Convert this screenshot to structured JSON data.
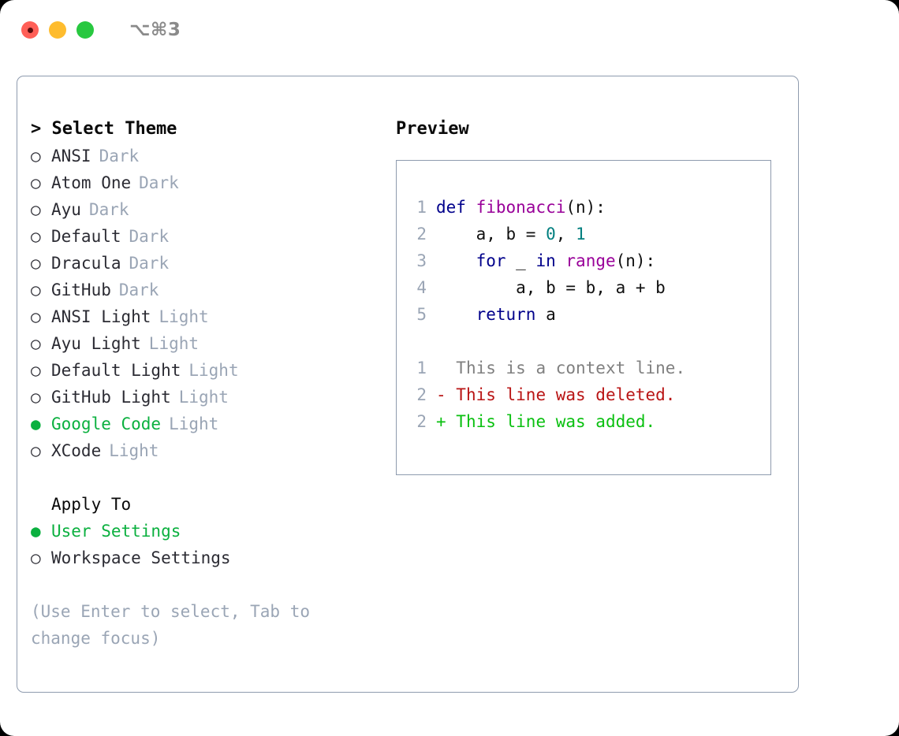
{
  "titlebar": {
    "lights": [
      {
        "name": "close",
        "color": "#ff5f57"
      },
      {
        "name": "minimize",
        "color": "#febc2e"
      },
      {
        "name": "zoom",
        "color": "#28c840"
      }
    ],
    "shortcut": "⌥⌘3"
  },
  "left": {
    "header": "> Select Theme",
    "themes": [
      {
        "marker": "○",
        "name": "ANSI",
        "category": "Dark",
        "selected": false
      },
      {
        "marker": "○",
        "name": "Atom One",
        "category": "Dark",
        "selected": false
      },
      {
        "marker": "○",
        "name": "Ayu",
        "category": "Dark",
        "selected": false
      },
      {
        "marker": "○",
        "name": "Default",
        "category": "Dark",
        "selected": false
      },
      {
        "marker": "○",
        "name": "Dracula",
        "category": "Dark",
        "selected": false
      },
      {
        "marker": "○",
        "name": "GitHub",
        "category": "Dark",
        "selected": false
      },
      {
        "marker": "○",
        "name": "ANSI Light",
        "category": "Light",
        "selected": false
      },
      {
        "marker": "○",
        "name": "Ayu Light",
        "category": "Light",
        "selected": false
      },
      {
        "marker": "○",
        "name": "Default Light",
        "category": "Light",
        "selected": false
      },
      {
        "marker": "○",
        "name": "GitHub Light",
        "category": "Light",
        "selected": false
      },
      {
        "marker": "●",
        "name": "Google Code",
        "category": "Light",
        "selected": true
      },
      {
        "marker": "○",
        "name": "XCode",
        "category": "Light",
        "selected": false
      }
    ],
    "apply_to": {
      "header": "Apply To",
      "header_indent": "  ",
      "options": [
        {
          "marker": "●",
          "name": "User Settings",
          "selected": true
        },
        {
          "marker": "○",
          "name": "Workspace Settings",
          "selected": false
        }
      ]
    },
    "hint": "(Use Enter to select, Tab to change focus)"
  },
  "right": {
    "title": "Preview",
    "code": [
      {
        "num": "1",
        "tokens": [
          {
            "t": "def ",
            "c": "kw"
          },
          {
            "t": "fibonacci",
            "c": "fn"
          },
          {
            "t": "(n):",
            "c": "plain"
          }
        ]
      },
      {
        "num": "2",
        "tokens": [
          {
            "t": "    a, b = ",
            "c": "plain"
          },
          {
            "t": "0",
            "c": "num"
          },
          {
            "t": ", ",
            "c": "plain"
          },
          {
            "t": "1",
            "c": "num"
          }
        ]
      },
      {
        "num": "3",
        "tokens": [
          {
            "t": "    ",
            "c": "plain"
          },
          {
            "t": "for",
            "c": "kw"
          },
          {
            "t": " _ ",
            "c": "plain"
          },
          {
            "t": "in",
            "c": "kw"
          },
          {
            "t": " ",
            "c": "plain"
          },
          {
            "t": "range",
            "c": "fn"
          },
          {
            "t": "(n):",
            "c": "plain"
          }
        ]
      },
      {
        "num": "4",
        "tokens": [
          {
            "t": "        a, b = b, a + b",
            "c": "plain"
          }
        ]
      },
      {
        "num": "5",
        "tokens": [
          {
            "t": "    ",
            "c": "plain"
          },
          {
            "t": "return",
            "c": "kw"
          },
          {
            "t": " a",
            "c": "plain"
          }
        ]
      }
    ],
    "diff": [
      {
        "num": "1",
        "sign": " ",
        "text": " This is a context line.",
        "kind": "ctx"
      },
      {
        "num": "2",
        "sign": "-",
        "text": " This line was deleted.",
        "kind": "del"
      },
      {
        "num": "2",
        "sign": "+",
        "text": " This line was added.",
        "kind": "add"
      }
    ]
  },
  "colors": {
    "accent_green": "#0bb03f",
    "muted": "#9aa5b5",
    "border": "#8e9bae",
    "keyword": "#00008b",
    "function": "#990099",
    "number": "#007f7f",
    "diff_add": "#0ac010",
    "diff_del": "#b91414",
    "diff_ctx": "#808080"
  }
}
